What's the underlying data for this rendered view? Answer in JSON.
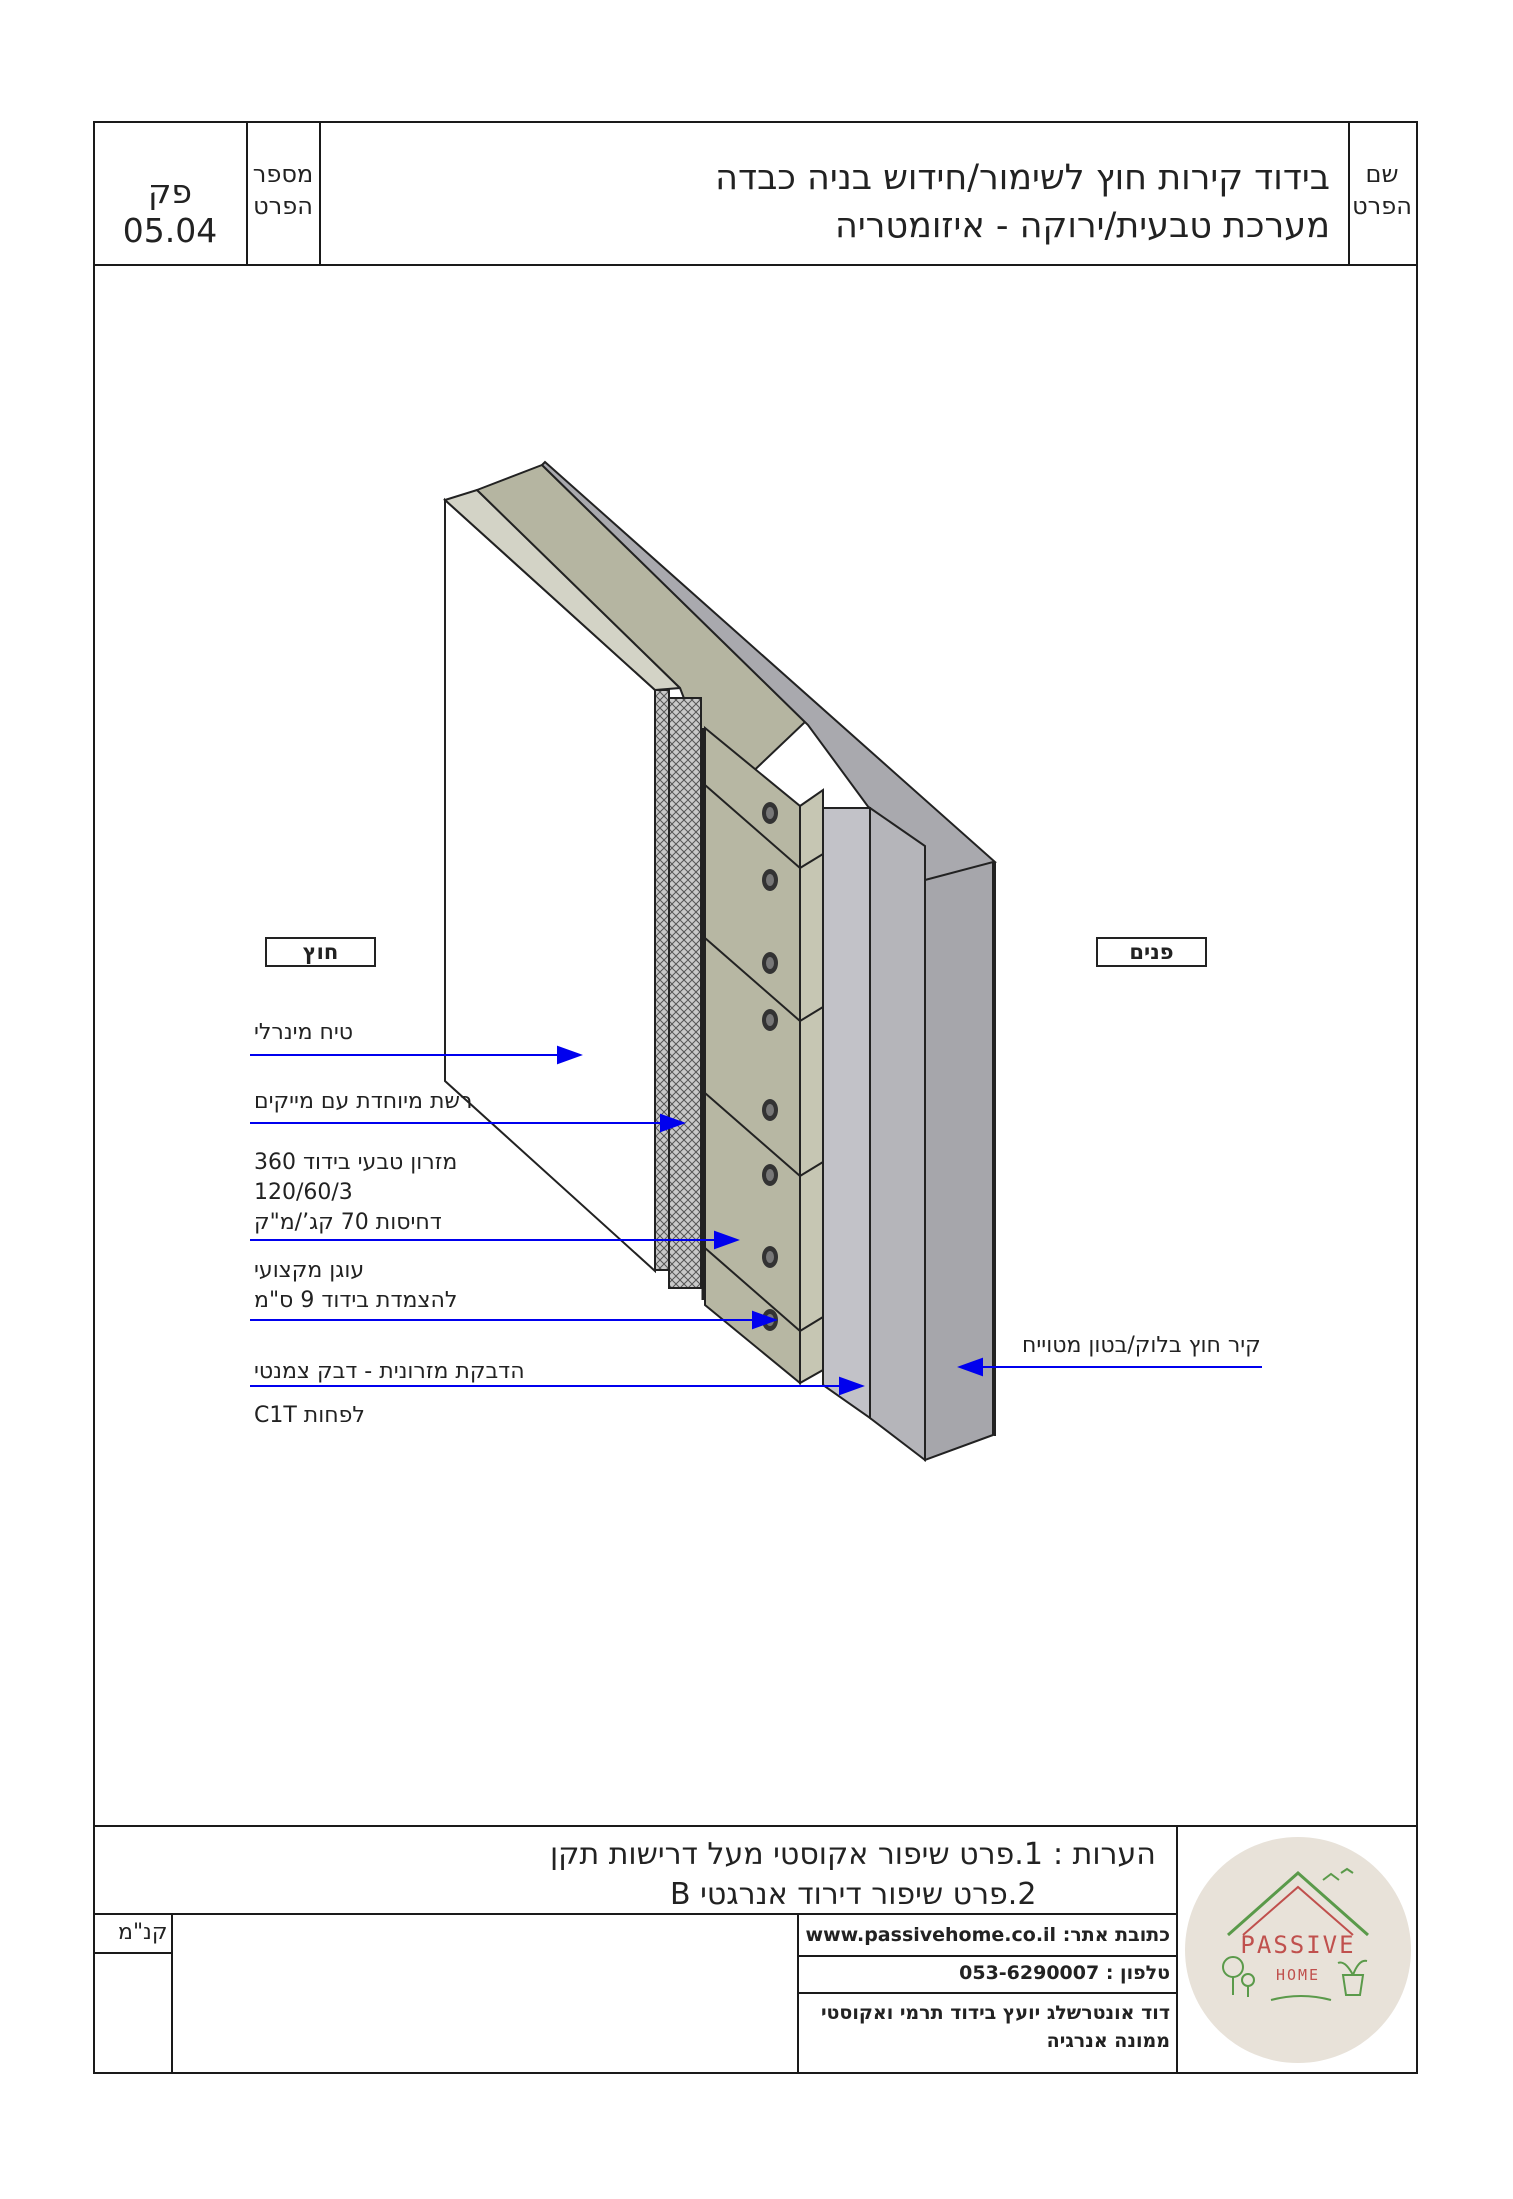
{
  "header": {
    "name_label_line1": "שם",
    "name_label_line2": "הפרט",
    "title_line1": "בידוד קירות חוץ לשימור/חידוש בניה כבדה",
    "title_line2": "מערכת טבעית/ירוקה - איזומטריה",
    "number_label_line1": "מספר",
    "number_label_line2": "הפרט",
    "detail_number": "פק 05.04"
  },
  "tags": {
    "outside": "חוץ",
    "inside": "פנים"
  },
  "callouts": {
    "mineral_plaster": "טיח מינרלי",
    "mesh": "רשת מיוחדת עם מייקים",
    "mattress_line1": "מזרון טבעי בידוד 360",
    "mattress_line2": "120/60/3",
    "mattress_line3": "דחיסות 70 קג’/מ\"ק",
    "anchor_line1": "עוגן מקצועי",
    "anchor_line2": "להצמדת בידוד 9 ס\"מ",
    "adhesive_line1": "הדבקת מזרונית - דבק צמנטי",
    "adhesive_line2": "לפחות C1T",
    "wall": "קיר חוץ בלוק/בטון מטוייח"
  },
  "notes": {
    "label": "הערות :",
    "line1": "1.פרט שיפור אקוסטי מעל דרישות תקן",
    "line2": "2.פרט שיפור דירוד אנרגטי B"
  },
  "scale": {
    "label": "קנ\"מ"
  },
  "contact": {
    "website_label": "כתובת אתר:",
    "website": "www.passivehome.co.il",
    "phone_label": "טלפון :",
    "phone": "053-6290007",
    "person_line1": "דוד אונטרשלג יועץ בידוד תרמי ואקוסטי",
    "person_line2": "ממונה אנרגיה"
  },
  "logo": {
    "word1": "PASSIVE",
    "word2": "HOME"
  },
  "colors": {
    "arrow": "#0000ee",
    "insulation": "#b7b7a3",
    "wall": "#a9a9ae",
    "plaster_top": "#d3d3c6",
    "logo_circle": "#e8e2d9",
    "logo_green": "#5a9a4a",
    "logo_red": "#c0504d"
  }
}
